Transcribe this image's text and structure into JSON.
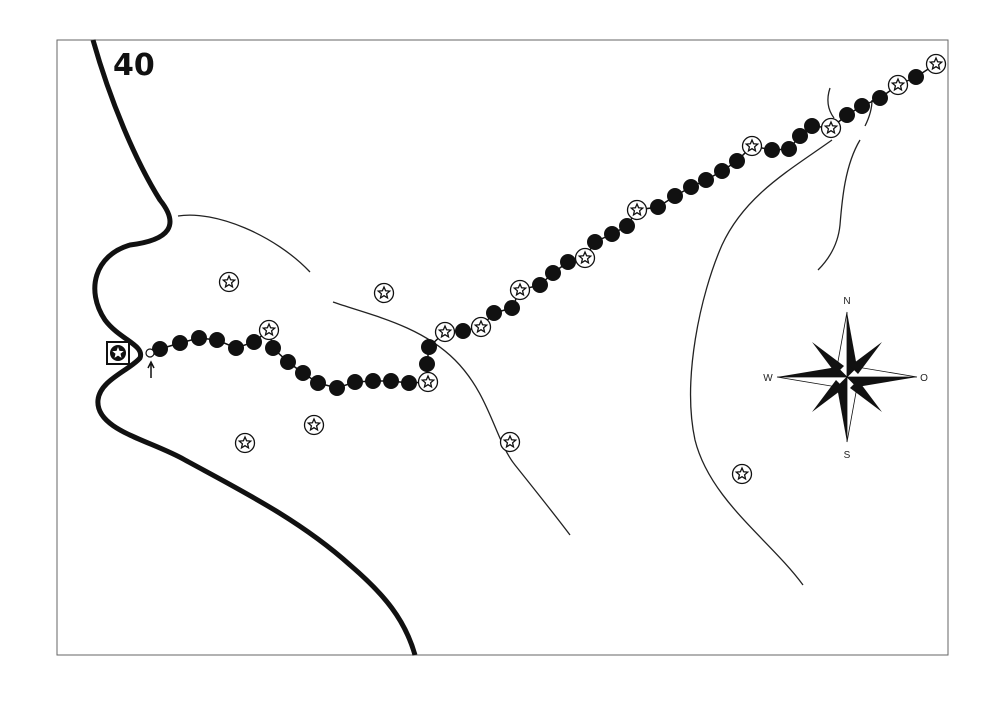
{
  "map": {
    "page_number": "40",
    "compass": {
      "north": "N",
      "south": "S",
      "west": "W",
      "east": "O"
    },
    "colors": {
      "ink": "#111111",
      "paper": "#ffffff",
      "frame": "#555555"
    }
  }
}
